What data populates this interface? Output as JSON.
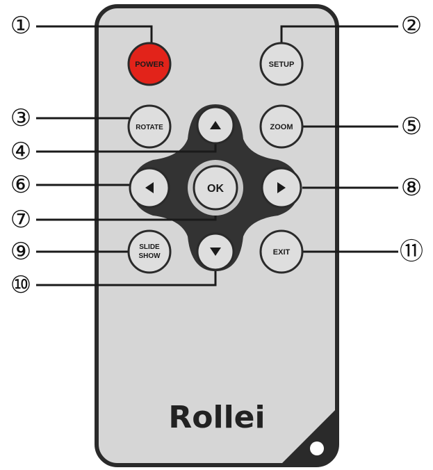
{
  "buttons": {
    "power": "POWER",
    "setup": "SETUP",
    "rotate": "ROTATE",
    "zoom": "ZOOM",
    "ok": "OK",
    "slide_line1": "SLIDE",
    "slide_line2": "SHOW",
    "exit": "EXIT"
  },
  "callouts": [
    "①",
    "②",
    "③",
    "④",
    "⑤",
    "⑥",
    "⑦",
    "⑧",
    "⑨",
    "⑩",
    "⑪"
  ],
  "brand": "Rollei",
  "colors": {
    "body": "#d6d6d6",
    "outline": "#2a2a2a",
    "power": "#e2231a",
    "dpad": "#333333",
    "button": "#dedede"
  }
}
